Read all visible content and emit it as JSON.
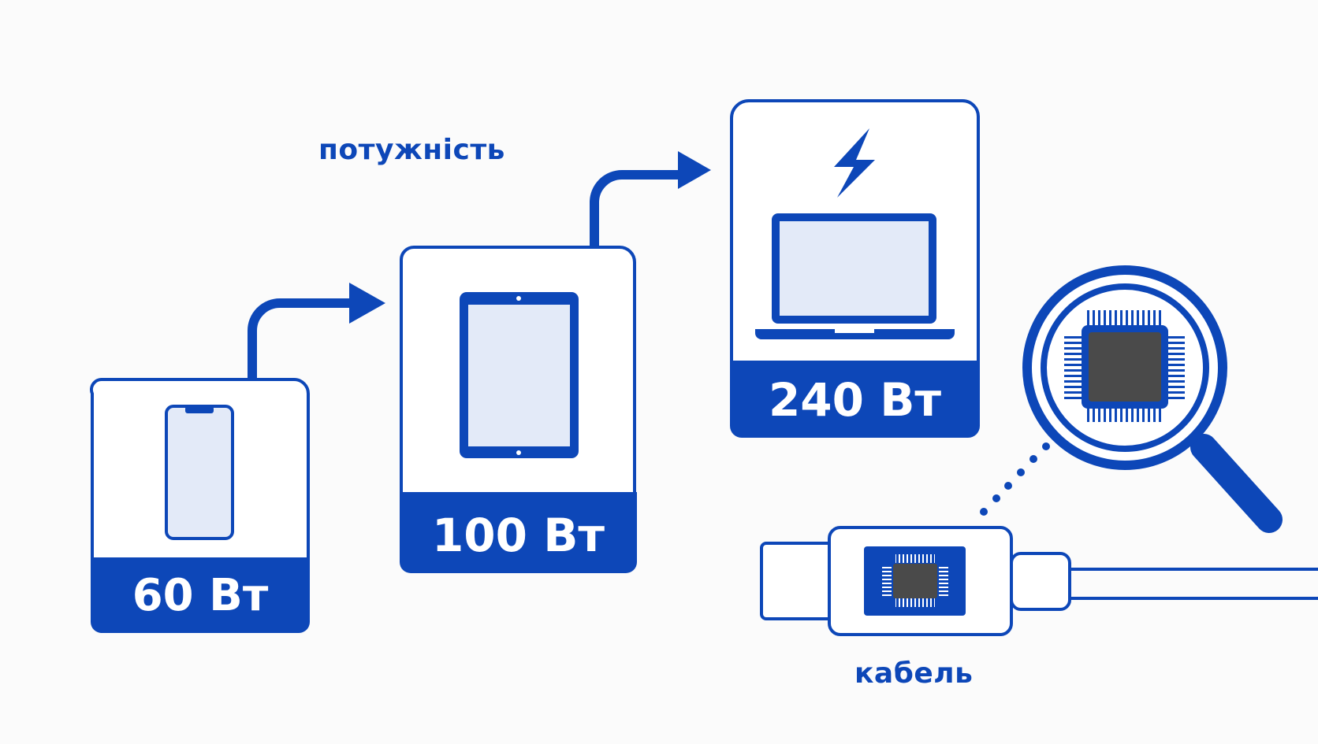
{
  "labels": {
    "power": "потужність",
    "cable": "кабель"
  },
  "devices": [
    {
      "device": "phone",
      "watts": "60 Вт"
    },
    {
      "device": "tablet",
      "watts": "100 Вт"
    },
    {
      "device": "laptop",
      "watts": "240 Вт"
    }
  ],
  "icons": [
    "phone-icon",
    "tablet-icon",
    "laptop-icon",
    "lightning-icon",
    "arrow-icon",
    "magnifier-icon",
    "chip-icon",
    "usb-cable-icon"
  ],
  "colors": {
    "accent": "#0d47b8",
    "screen_fill": "#e3eaf8",
    "chip": "#4a4a4a",
    "background": "#fbfbfb",
    "text_on_accent": "#ffffff"
  }
}
